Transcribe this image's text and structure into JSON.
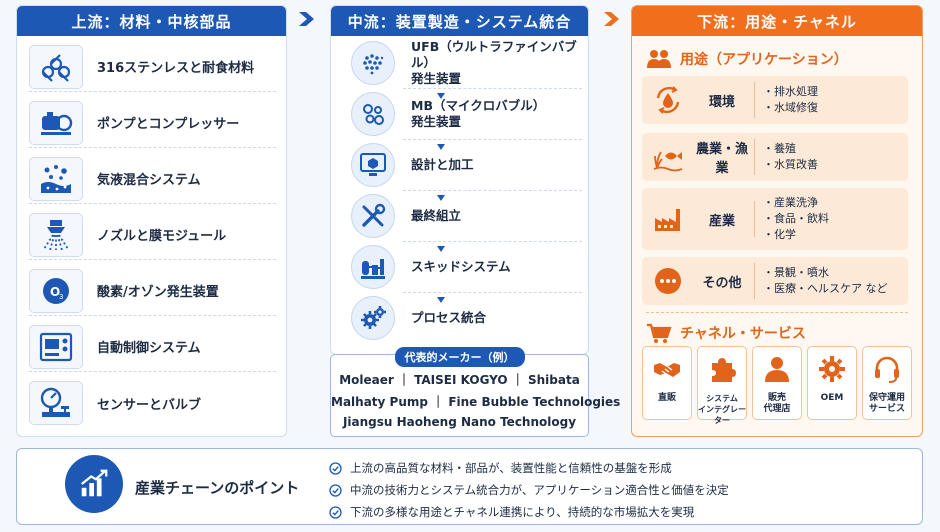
{
  "upstream": {
    "title": "上流：材料・中核部品",
    "items": [
      {
        "label": "316ステンレスと耐食材料",
        "icon": "pipes-icon"
      },
      {
        "label": "ポンプとコンプレッサー",
        "icon": "pump-icon"
      },
      {
        "label": "気液混合システム",
        "icon": "bubbles-mix-icon"
      },
      {
        "label": "ノズルと膜モジュール",
        "icon": "nozzle-icon"
      },
      {
        "label": "酸素/オゾン発生装置",
        "icon": "ozone-icon"
      },
      {
        "label": "自動制御システム",
        "icon": "control-panel-icon"
      },
      {
        "label": "センサーとバルブ",
        "icon": "gauge-valve-icon"
      }
    ]
  },
  "midstream": {
    "title": "中流：装置製造・システム統合",
    "items": [
      {
        "line1": "UFB（ウルトラファインバブル）",
        "line2": "発生装置",
        "icon": "ufb-dots-icon"
      },
      {
        "line1": "MB（マイクロバブル）",
        "line2": "発生装置",
        "icon": "mb-bubbles-icon"
      },
      {
        "line1": "設計と加工",
        "line2": "",
        "icon": "monitor-cube-icon"
      },
      {
        "line1": "最終組立",
        "line2": "",
        "icon": "tools-icon"
      },
      {
        "line1": "スキッドシステム",
        "line2": "",
        "icon": "skid-icon"
      },
      {
        "line1": "プロセス統合",
        "line2": "",
        "icon": "gears-icon"
      }
    ],
    "makers": {
      "title": "代表的メーカー（例）",
      "lines": [
        "Moleaer ｜ TAISEI KOGYO ｜ Shibata",
        "Malhaty Pump ｜ Fine Bubble Technologies",
        "Jiangsu Haoheng Nano Technology"
      ]
    }
  },
  "downstream": {
    "title": "下流：用途・チャネル",
    "apps_title": "用途（アプリケーション）",
    "apps": [
      {
        "name": "環境",
        "bullets": [
          "・排水処理",
          "・水域修復"
        ],
        "icon": "water-cycle-icon"
      },
      {
        "name": "農業・漁業",
        "bullets": [
          "・養殖",
          "・水質改善"
        ],
        "icon": "fish-plant-icon"
      },
      {
        "name": "産業",
        "bullets": [
          "・産業洗浄",
          "・食品・飲料",
          "・化学"
        ],
        "icon": "factory-icon"
      },
      {
        "name": "その他",
        "bullets": [
          "・景観・噴水",
          "・医療・ヘルスケア など"
        ],
        "icon": "more-icon"
      }
    ],
    "channels_title": "チャネル・サービス",
    "channels": [
      {
        "label": "直販",
        "icon": "handshake-icon"
      },
      {
        "label": "システム\nインテグレーター",
        "icon": "puzzle-icon"
      },
      {
        "label": "販売\n代理店",
        "icon": "agent-icon"
      },
      {
        "label": "OEM",
        "icon": "gear-icon"
      },
      {
        "label": "保守運用\nサービス",
        "icon": "headset-icon"
      }
    ]
  },
  "points": {
    "title": "産業チェーンのポイント",
    "items": [
      "上流の高品質な材料・部品が、装置性能と信頼性の基盤を形成",
      "中流の技術力とシステム統合力が、アプリケーション適合性と価値を決定",
      "下流の多様な用途とチャネル連携により、持続的な市場拡大を実現"
    ]
  },
  "colors": {
    "blue": "#1d59b4",
    "orange": "#f06e1c",
    "peach": "#fde9d7"
  }
}
